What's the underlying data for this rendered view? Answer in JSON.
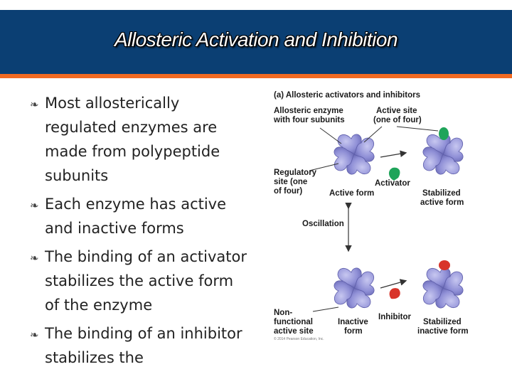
{
  "slide": {
    "title": "Allosteric Activation and Inhibition",
    "bullets": [
      "Most allosterically regulated enzymes are made from polypeptide subunits",
      "Each enzyme has active and inactive forms",
      "The binding of an activator stabilizes the active form of the enzyme",
      "The binding of an inhibitor stabilizes the"
    ],
    "bullet_icon": "feather-bullet-icon"
  },
  "figure": {
    "heading": "(a) Allosteric activators and inhibitors",
    "labels": {
      "allosteric_enzyme": [
        "Allosteric enzyme",
        "with four subunits"
      ],
      "active_site": [
        "Active site",
        "(one of four)"
      ],
      "regulatory_site": [
        "Regulatory",
        "site (one",
        "of four)"
      ],
      "active_form": "Active form",
      "activator": "Activator",
      "stabilized_active": [
        "Stabilized",
        "active form"
      ],
      "oscillation": "Oscillation",
      "nonfunctional": [
        "Non-",
        "functional",
        "active site"
      ],
      "inactive_form": [
        "Inactive",
        "form"
      ],
      "inhibitor": "Inhibitor",
      "stabilized_inactive": [
        "Stabilized",
        "inactive form"
      ],
      "copyright": "© 2014 Pearson Education, Inc."
    },
    "colors": {
      "enzyme": "#8f8fd6",
      "enzyme_dark": "#5e5eaa",
      "activator": "#1fa45a",
      "inhibitor": "#d8342a"
    }
  }
}
